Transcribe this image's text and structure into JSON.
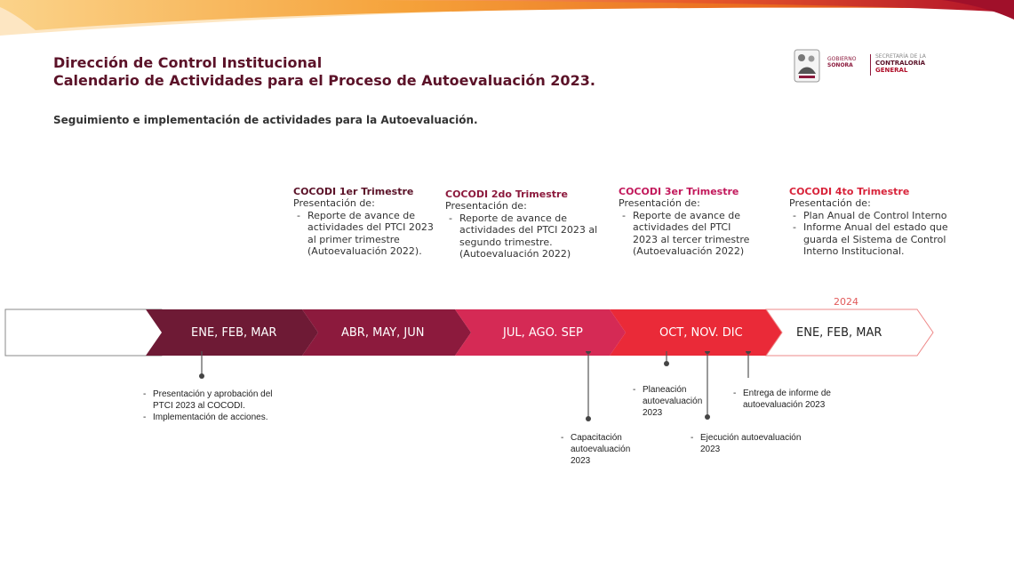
{
  "header": {
    "title_line1": "Dirección de Control Institucional",
    "title_line2": "Calendario de Actividades para el Proceso de Autoevaluación 2023.",
    "subtitle": "Seguimiento e implementación de actividades para la Autoevaluación."
  },
  "logo": {
    "gobierno": "GOBIERNO",
    "sonora": "SONORA",
    "secretaria": "SECRETARÍA DE LA",
    "contraloria": "CONTRALORÍA",
    "general": "GENERAL"
  },
  "quarters": [
    {
      "title": "COCODI 1er Trimestre",
      "intro": "Presentación de:",
      "items": [
        "Reporte de avance de actividades del PTCI 2023 al primer trimestre (Autoevaluación 2022)."
      ]
    },
    {
      "title": "COCODI 2do Trimestre",
      "intro": "Presentación de:",
      "items": [
        "Reporte de avance de actividades del PTCI 2023 al segundo trimestre. (Autoevaluación 2022)"
      ]
    },
    {
      "title": "COCODI 3er Trimestre",
      "intro": "Presentación de:",
      "items": [
        "Reporte de avance de actividades del PTCI 2023 al tercer trimestre (Autoevaluación 2022)"
      ]
    },
    {
      "title": "COCODI 4to Trimestre",
      "intro": "Presentación de:",
      "items": [
        "Plan Anual de Control Interno",
        "Informe Anual del estado que guarda el Sistema de Control Interno Institucional."
      ]
    }
  ],
  "year_label": "2024",
  "timeline": [
    {
      "label": "",
      "color": "#ffffff"
    },
    {
      "label": "ENE, FEB, MAR",
      "color": "#6e1a35"
    },
    {
      "label": "ABR, MAY, JUN",
      "color": "#8c1a3d"
    },
    {
      "label": "JUL, AGO. SEP",
      "color": "#d52a55"
    },
    {
      "label": "OCT, NOV. DIC",
      "color": "#ea2a38"
    },
    {
      "label": "ENE, FEB, MAR",
      "color": "#ffffff"
    }
  ],
  "notes": {
    "ene": [
      "Presentación y aprobación del PTCI 2023 al COCODI.",
      "Implementación de acciones."
    ],
    "capacitacion": "Capacitación autoevaluación 2023",
    "planeacion": "Planeación autoevaluación 2023",
    "ejecucion": "Ejecución autoevaluación 2023",
    "entrega": "Entrega de informe de autoevaluación 2023"
  },
  "colors": {
    "title": "#5b1228",
    "quarter_title": "#8c1a3d",
    "header_stripe_orange": "#f28a1e",
    "header_stripe_red": "#c8102e"
  }
}
